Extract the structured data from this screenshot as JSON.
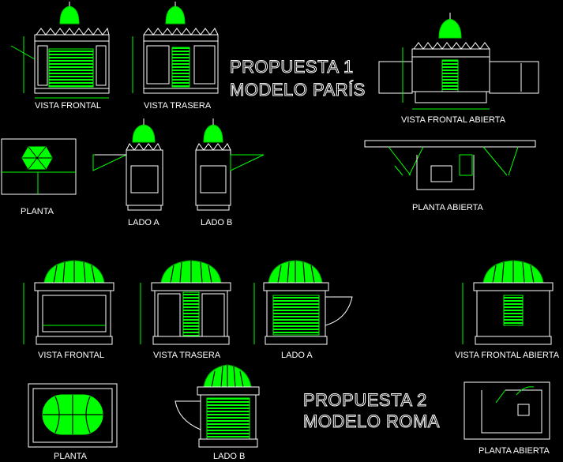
{
  "proposal1": {
    "title_line1": "PROPUESTA 1",
    "title_line2": "MODELO PARÍS",
    "labels": {
      "vista_frontal": "VISTA FRONTAL",
      "vista_trasera": "VISTA TRASERA",
      "vista_frontal_abierta": "VISTA FRONTAL ABIERTA",
      "planta": "PLANTA",
      "lado_a": "LADO A",
      "lado_b": "LADO B",
      "planta_abierta": "PLANTA ABIERTA"
    }
  },
  "proposal2": {
    "title_line1": "PROPUESTA 2",
    "title_line2": "MODELO ROMA",
    "labels": {
      "vista_frontal": "VISTA FRONTAL",
      "vista_trasera": "VISTA TRASERA",
      "lado_a": "LADO A",
      "vista_frontal_abierta": "VISTA FRONTAL ABIERTA",
      "planta": "PLANTA",
      "lado_b": "LADO B",
      "planta_abierta": "PLANTA ABIERTA"
    }
  },
  "colors": {
    "background": "#000000",
    "line": "#ffffff",
    "accent": "#00ff00"
  }
}
